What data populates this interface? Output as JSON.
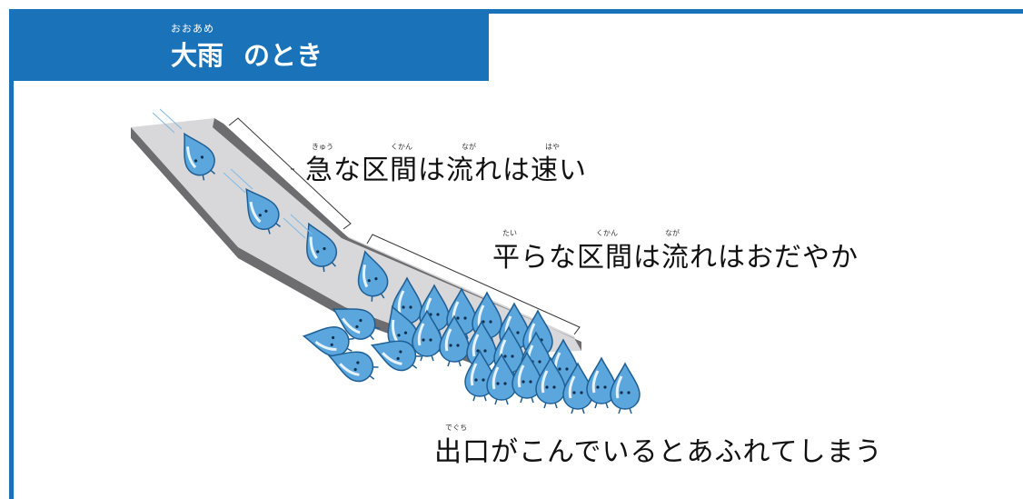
{
  "title": {
    "ruby": "おおあめ",
    "word": "大雨",
    "suffix": "のとき"
  },
  "captions": {
    "steep": {
      "text": "急な区間は流れは速い",
      "ruby": [
        "きゅう",
        "くかん",
        "なが",
        "はや"
      ]
    },
    "flat": {
      "text": "平らな区間は流れはおだやか",
      "ruby": [
        "たい",
        "くかん",
        "なが"
      ]
    },
    "outlet": {
      "text": "出口がこんでいるとあふれてしまう",
      "ruby": [
        "でぐち"
      ]
    }
  },
  "colors": {
    "header": "#1a73b8",
    "drop_fill": "#5aa6dd",
    "drop_light": "#e6f3fc",
    "channel_floor": "#d8d8da",
    "channel_wall": "#6d6d6f"
  }
}
